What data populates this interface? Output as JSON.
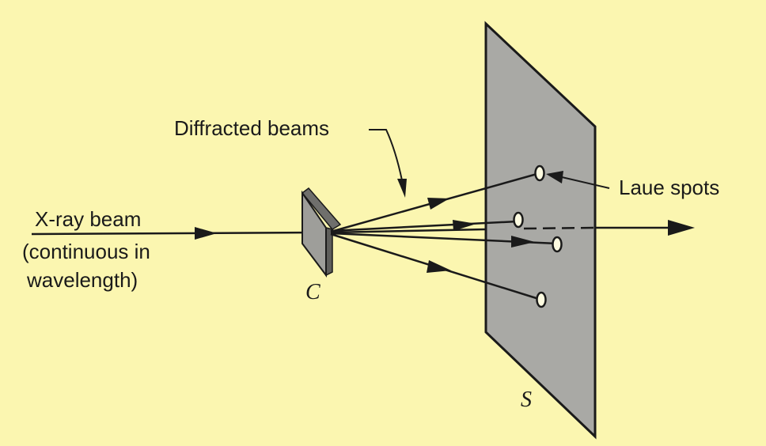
{
  "diagram": {
    "labels": {
      "diffracted_beams": "Diffracted beams",
      "laue_spots": "Laue spots",
      "xray_beam_line1": "X-ray beam",
      "xray_beam_line2": "(continuous in",
      "xray_beam_line3": "wavelength)",
      "crystal": "C",
      "screen": "S"
    },
    "colors": {
      "background": "#fbf6b0",
      "ink": "#1a1a1a",
      "screen_fill": "#a9a9a5",
      "crystal_fill": "#9e9e9a"
    }
  }
}
